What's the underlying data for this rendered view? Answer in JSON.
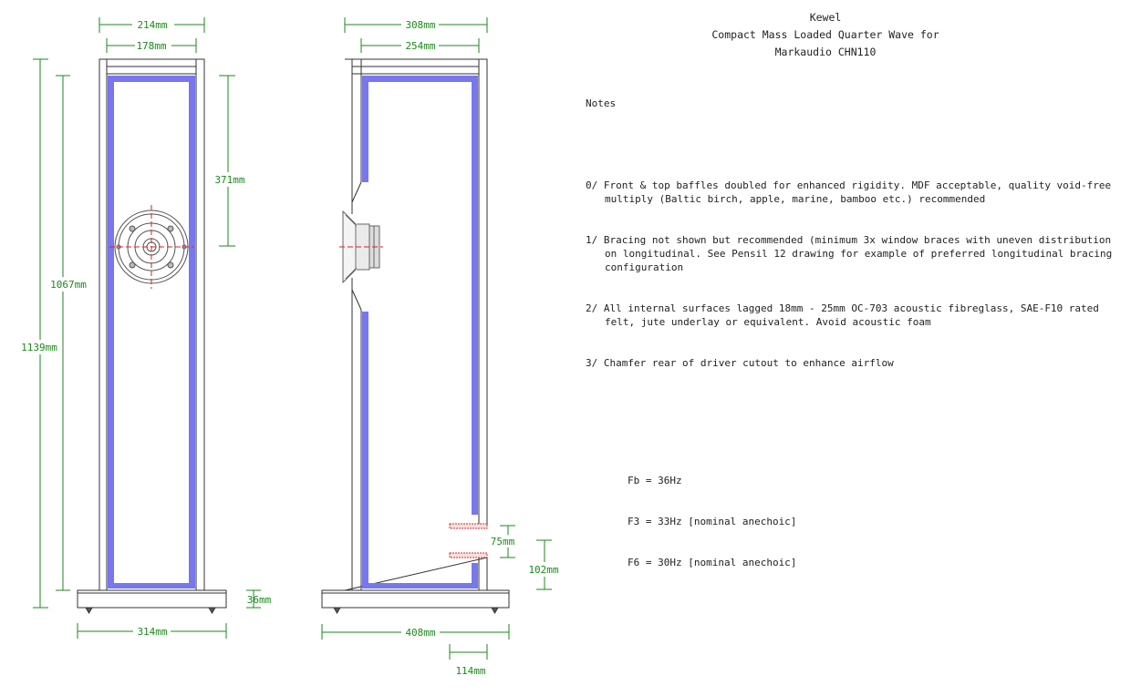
{
  "title": {
    "line1": "Kewel",
    "line2": "Compact Mass Loaded Quarter Wave for",
    "line3": "Markaudio CHN110"
  },
  "notes": {
    "heading": "Notes",
    "items": [
      "0/ Front & top baffles doubled for enhanced rigidity. MDF acceptable, quality void-free multiply (Baltic birch, apple, marine, bamboo etc.) recommended",
      "1/ Bracing not shown but recommended (minimum 3x window braces with uneven distribution on longitudinal. See Pensil 12 drawing for example of preferred longitudinal bracing configuration",
      "2/ All internal surfaces lagged 18mm - 25mm OC-703 acoustic fibreglass, SAE-F10 rated felt, jute underlay or equivalent. Avoid acoustic foam",
      "3/ Chamfer rear of driver cutout to enhance airflow"
    ],
    "tuning": [
      "Fb = 36Hz",
      "F3 = 33Hz [nominal anechoic]",
      "F6 = 30Hz [nominal anechoic]"
    ]
  },
  "dimensions": {
    "front_outer_width": "214mm",
    "front_inner_width": "178mm",
    "front_driver_height": "371mm",
    "front_inner_height": "1067mm",
    "front_total_height": "1139mm",
    "plinth_height": "36mm",
    "plinth_width": "314mm",
    "side_outer_depth": "308mm",
    "side_inner_depth": "254mm",
    "port_spacing": "75mm",
    "port_height": "102mm",
    "side_plinth_depth": "408mm",
    "port_depth": "114mm"
  },
  "colors": {
    "line": "#333333",
    "lining": "#7777ee",
    "dimension": "#1a8a1a",
    "centerline": "#dd2222",
    "port": "#cc3333"
  }
}
